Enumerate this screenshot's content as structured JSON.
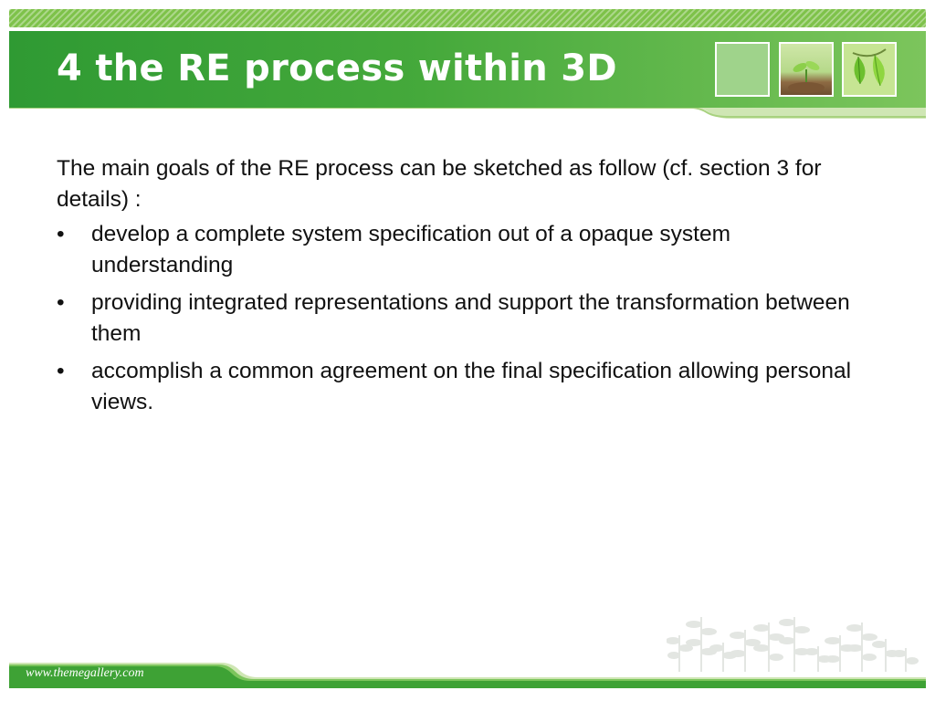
{
  "slide": {
    "title": "4 the RE process within 3D",
    "intro": "The main goals of the RE process can be sketched as follow (cf. section 3 for details) :",
    "bullet_symbol": "•",
    "bullets": [
      "develop a complete system specification out of a opaque system understanding",
      "providing integrated representations and support the transformation between them",
      "accomplish a common agreement on the final specification allowing personal views."
    ]
  },
  "footer": {
    "url": "www.themegallery.com"
  },
  "theme": {
    "primary_green": "#2f9a33",
    "light_green": "#7cc55c",
    "stripe_green": "#7ec24a",
    "text_color": "#111111"
  },
  "decorations": {
    "thumbnails": [
      "blank-green-icon",
      "seedling-icon",
      "leaves-icon"
    ],
    "footer_art": "plant-silhouettes-icon"
  }
}
